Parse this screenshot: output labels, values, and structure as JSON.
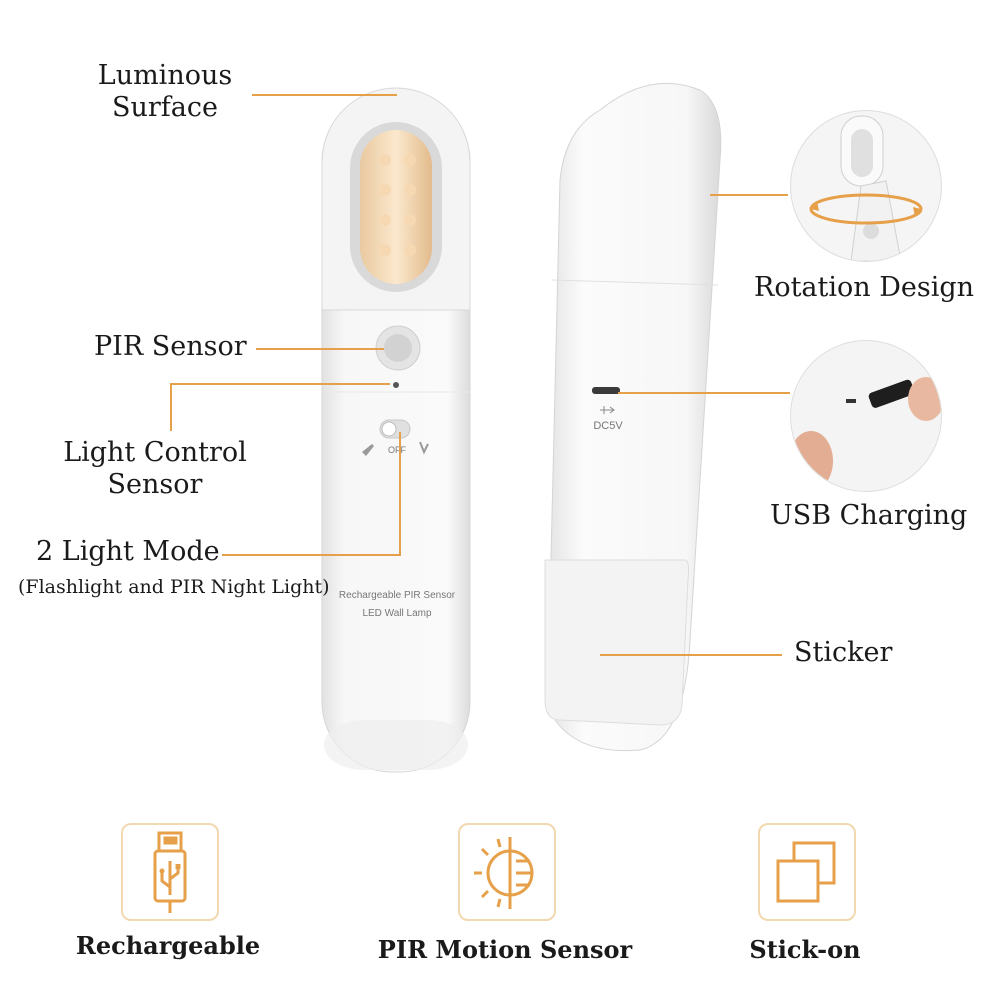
{
  "callouts": {
    "luminous_surface": [
      "Luminous",
      "Surface"
    ],
    "pir_sensor": "PIR Sensor",
    "light_control_sensor": [
      "Light Control",
      "Sensor"
    ],
    "light_mode": "2 Light Mode",
    "light_mode_sub": "(Flashlight and PIR Night Light)",
    "rotation_design": "Rotation Design",
    "usb_charging": "USB Charging",
    "sticker": "Sticker"
  },
  "device_print": {
    "front_line1": "Rechargeable PIR Sensor",
    "front_line2": "LED Wall Lamp",
    "switch_off": "OFF",
    "port_label": "DC5V"
  },
  "features": [
    {
      "label": "Rechargeable",
      "icon": "usb-plug-icon"
    },
    {
      "label": "PIR Motion Sensor",
      "icon": "motion-sensor-icon"
    },
    {
      "label": "Stick-on",
      "icon": "overlapping-squares-icon"
    }
  ],
  "colors": {
    "accent": "#e7a04a",
    "icon_border": "#f1d8b0",
    "led_warm": "#f3c88c"
  }
}
